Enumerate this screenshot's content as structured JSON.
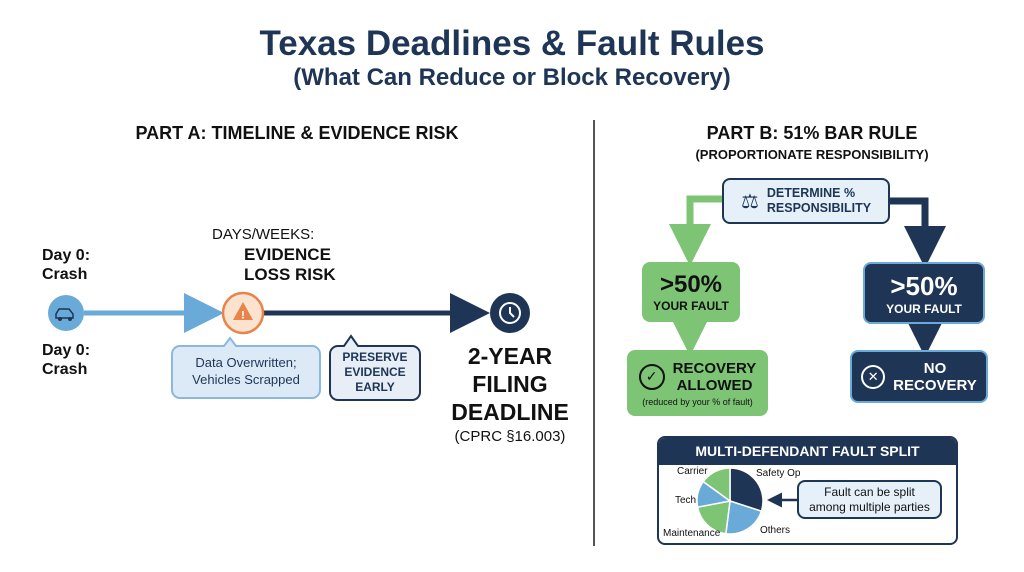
{
  "title": "Texas Deadlines & Fault Rules",
  "subtitle": "(What Can Reduce or Block Recovery)",
  "part_a": {
    "heading": "PART A: TIMELINE & EVIDENCE RISK",
    "crash_top": [
      "Day 0:",
      "Crash"
    ],
    "crash_bottom": [
      "Day 0:",
      "Crash"
    ],
    "risk_pre": "DAYS/WEEKS:",
    "risk_title": [
      "EVIDENCE",
      "LOSS RISK"
    ],
    "callout_loss": [
      "Data Overwritten;",
      "Vehicles Scrapped"
    ],
    "callout_preserve": [
      "PRESERVE",
      "EVIDENCE",
      "EARLY"
    ],
    "deadline": [
      "2-YEAR",
      "FILING",
      "DEADLINE"
    ],
    "statute": "(CPRC §16.003)",
    "icons": [
      "car-crash-icon",
      "warning-icon",
      "clock-icon"
    ]
  },
  "part_b": {
    "heading": "PART B: 51% BAR RULE",
    "subheading": "(PROPORTIONATE RESPONSIBILITY)",
    "determine": [
      "DETERMINE %",
      "RESPONSIBILITY"
    ],
    "left_pct": ">50%",
    "left_label": "YOUR FAULT",
    "right_pct": ">50%",
    "right_label": "YOUR FAULT",
    "recovery": [
      "RECOVERY",
      "ALLOWED"
    ],
    "recovery_note": "(reduced by your % of fault)",
    "no_recovery": [
      "NO",
      "RECOVERY"
    ],
    "split_title": "MULTI-DEFENDANT FAULT SPLIT",
    "split_note": [
      "Fault can be split",
      "among multiple parties"
    ],
    "pie": [
      {
        "label": "Safety Op",
        "value": 30,
        "color": "#1e3556"
      },
      {
        "label": "Others",
        "value": 22,
        "color": "#6aaad9"
      },
      {
        "label": "Maintenance",
        "value": 20,
        "color": "#7dc574"
      },
      {
        "label": "Tech",
        "value": 13,
        "color": "#6aaad9"
      },
      {
        "label": "Carrier",
        "value": 15,
        "color": "#7dc574"
      }
    ]
  },
  "colors": {
    "navy": "#1e3556",
    "green": "#7dc574",
    "light_blue": "#6aaad9",
    "orange": "#e8834a"
  }
}
